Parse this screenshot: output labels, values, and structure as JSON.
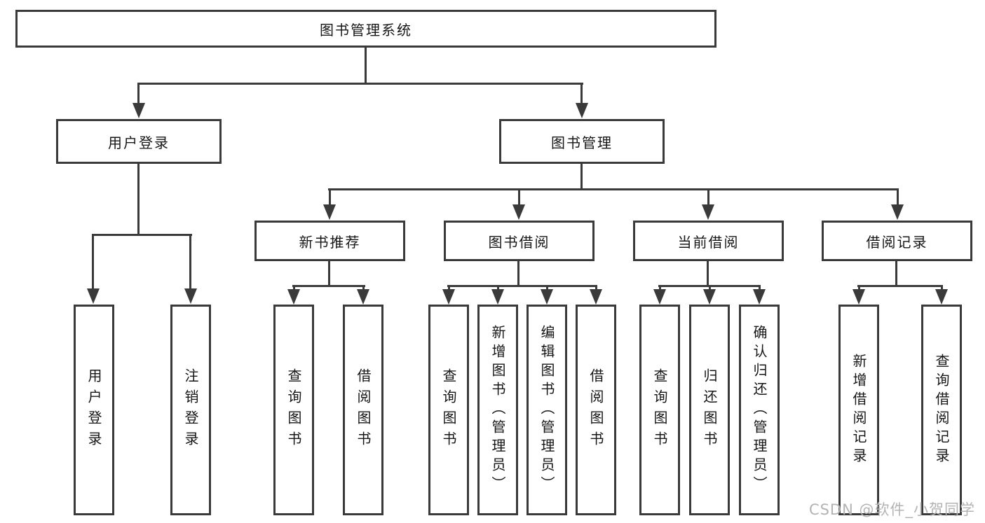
{
  "root": {
    "label": "图书管理系统"
  },
  "level2": [
    {
      "label": "用户登录"
    },
    {
      "label": "图书管理"
    }
  ],
  "level3": [
    {
      "label": "新书推荐"
    },
    {
      "label": "图书借阅"
    },
    {
      "label": "当前借阅"
    },
    {
      "label": "借阅记录"
    }
  ],
  "leaves": [
    {
      "label": "用户登录"
    },
    {
      "label": "注销登录"
    },
    {
      "label": "查询图书"
    },
    {
      "label": "借阅图书"
    },
    {
      "label": "查询图书"
    },
    {
      "label": "新增图书（管理员）"
    },
    {
      "label": "编辑图书（管理员）"
    },
    {
      "label": "借阅图书"
    },
    {
      "label": "查询图书"
    },
    {
      "label": "归还图书"
    },
    {
      "label": "确认归还（管理员）"
    },
    {
      "label": "新增借阅记录"
    },
    {
      "label": "查询借阅记录"
    }
  ],
  "watermark": "CSDN @软件_小贺同学",
  "colors": {
    "line": "#3a3a3a",
    "text": "#161616",
    "watermark": "#b3b3b3",
    "background": "#ffffff"
  }
}
